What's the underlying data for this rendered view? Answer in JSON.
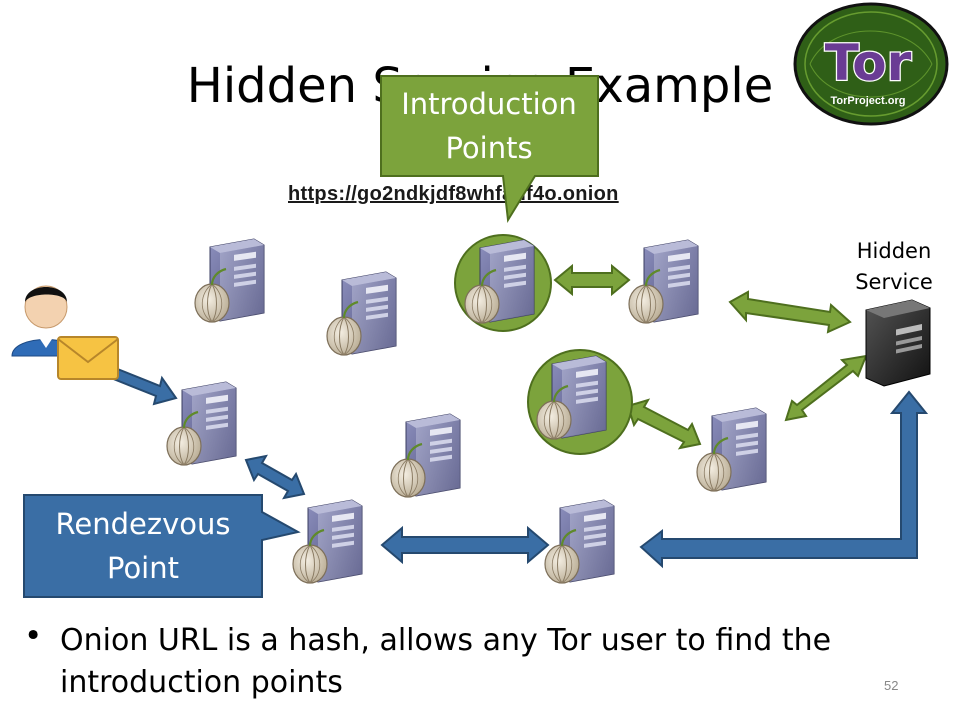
{
  "slide": {
    "title": "Hidden Service Example",
    "url": "https://go2ndkjdf8whfanf4o.onion",
    "hidden_service_label_line1": "Hidden",
    "hidden_service_label_line2": "Service",
    "intro_callout_line1": "Introduction",
    "intro_callout_line2": "Points",
    "rendezvous_callout_line1": "Rendezvous",
    "rendezvous_callout_line2": "Point",
    "bullet_text": "Onion URL is a hash, allows any Tor user to find the introduction points",
    "slide_number": "52",
    "logo_text": "Tor",
    "logo_subtext": "TorProject.org"
  },
  "colors": {
    "green_fill": "#7ca33c",
    "green_stroke": "#4e6f1e",
    "blue_fill": "#3a6ea5",
    "blue_stroke": "#25496f",
    "server_body": "#5c5f8c",
    "onion": "#d9cdb8"
  }
}
